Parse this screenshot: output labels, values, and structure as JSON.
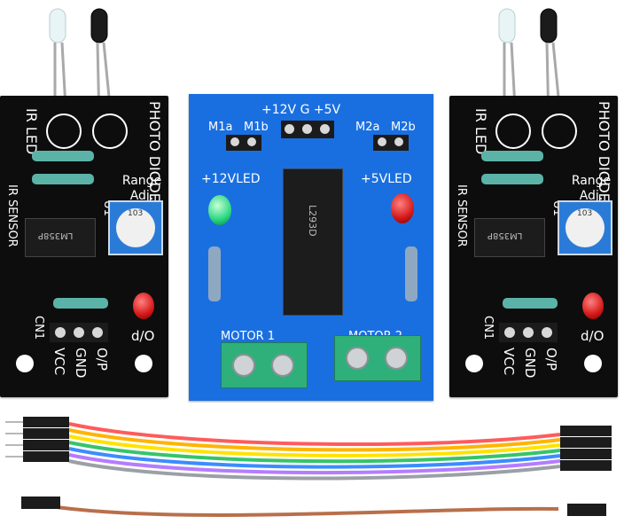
{
  "left_module": {
    "silk_photo_diode": "PHOTO DIODE",
    "silk_ir_led": "IR LED",
    "silk_ir_sensor": "IR SENSOR",
    "silk_range_adj": "Range Adj.",
    "silk_u1": "U1",
    "silk_cn1": "CN1",
    "pins": [
      "VCC",
      "GND",
      "O/P"
    ],
    "chip_text": "LM358P",
    "pot_text": "103"
  },
  "center_module": {
    "label_12v_g_5v": "+12V G +5V",
    "label_m1a": "M1a",
    "label_m1b": "M1b",
    "label_m2a": "M2a",
    "label_m2b": "M2b",
    "label_12vled": "+12VLED",
    "label_5vled": "+5VLED",
    "label_motor1": "MOTOR 1",
    "label_motor2": "MOTOR 2",
    "chip_text": "L293D"
  },
  "right_module": {
    "silk_photo_diode": "PHOTO DIODE",
    "silk_ir_led": "IR LED",
    "silk_ir_sensor": "IR SENSOR",
    "silk_range_adj": "Range Adj.",
    "silk_u1": "U1",
    "silk_cn1": "CN1",
    "pins": [
      "VCC",
      "GND",
      "O/P"
    ],
    "chip_text": "LM358P",
    "pot_text": "103"
  },
  "cables": {
    "ribbon_colors": [
      "#ff5b5b",
      "#ffb400",
      "#ffe300",
      "#36c46a",
      "#3b8cff",
      "#b57cff",
      "#9aa0a6"
    ],
    "single_wire_color": "#b86f4b"
  }
}
